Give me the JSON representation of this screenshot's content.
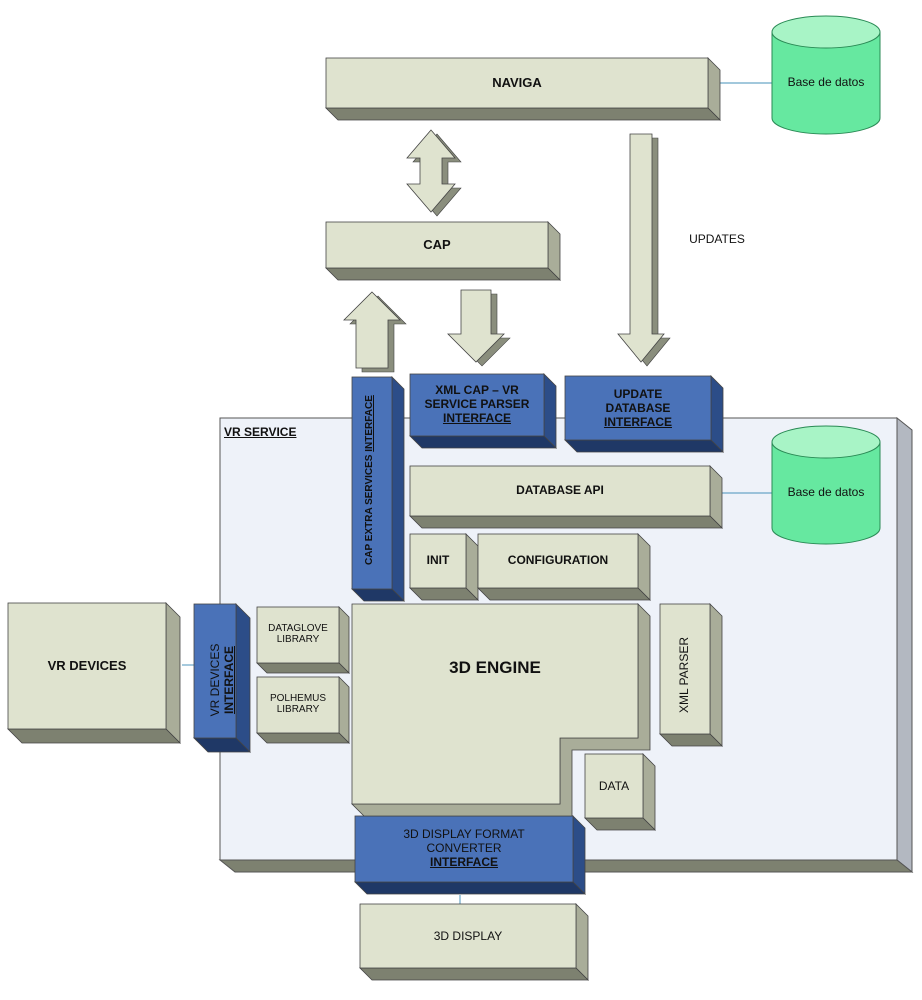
{
  "colors": {
    "box_face": "#dfe3cf",
    "box_side": "#a9ad99",
    "box_bottom": "#7d8170",
    "iface_face": "#4a72b8",
    "iface_side": "#2c4d88",
    "iface_bottom": "#1f3866",
    "panel_face": "#eef2f9",
    "panel_side": "#b3b8c1",
    "db_fill": "#66e8a0",
    "db_top": "#a8f4c6",
    "arrow_fill": "#dfe3cf",
    "arrow_side": "#8a8e7d"
  },
  "boxes": {
    "naviga": "NAVIGA",
    "cap": "CAP",
    "vr_service": "VR SERVICE",
    "database_api": "DATABASE API",
    "init": "INIT",
    "configuration": "CONFIGURATION",
    "vr_devices": "VR DEVICES",
    "dataglove_line1": "DATAGLOVE",
    "dataglove_line2": "LIBRARY",
    "polhemus_line1": "POLHEMUS",
    "polhemus_line2": "LIBRARY",
    "engine_3d": "3D ENGINE",
    "xml_parser": "XML PARSER",
    "data": "DATA",
    "display_3d": "3D DISPLAY"
  },
  "interfaces": {
    "xml_cap_line1": "XML CAP – VR",
    "xml_cap_line2": "SERVICE PARSER",
    "xml_cap_line3": "INTERFACE",
    "update_db_line1": "UPDATE",
    "update_db_line2": "DATABASE",
    "update_db_line3": "INTERFACE",
    "cap_extra_main": "CAP EXTRA SERVICES ",
    "cap_extra_u": "INTERFACE",
    "vr_devices_line1": "VR DEVICES",
    "vr_devices_line2": "INTERFACE",
    "display_fmt_line1": "3D DISPLAY FORMAT",
    "display_fmt_line2": "CONVERTER",
    "display_fmt_line3": "INTERFACE"
  },
  "databases": {
    "top": "Base de datos",
    "right": "Base de datos"
  },
  "labels": {
    "updates": "UPDATES"
  }
}
